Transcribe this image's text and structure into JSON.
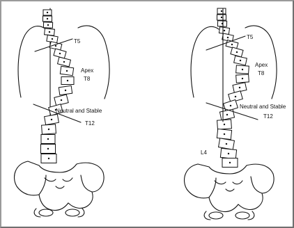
{
  "figures": [
    {
      "id": "left",
      "labels": {
        "t5": "T5",
        "apex": "Apex",
        "t8": "T8",
        "neutral": "Neutral and Stable",
        "t12": "T12"
      }
    },
    {
      "id": "right",
      "labels": {
        "t5": "T5",
        "apex": "Apex",
        "t8": "T8",
        "neutral": "Neutral and Stable",
        "t12": "T12",
        "l4": "L4"
      }
    }
  ],
  "colors": {
    "line": "#111111",
    "frame": "#9a9a9a"
  }
}
